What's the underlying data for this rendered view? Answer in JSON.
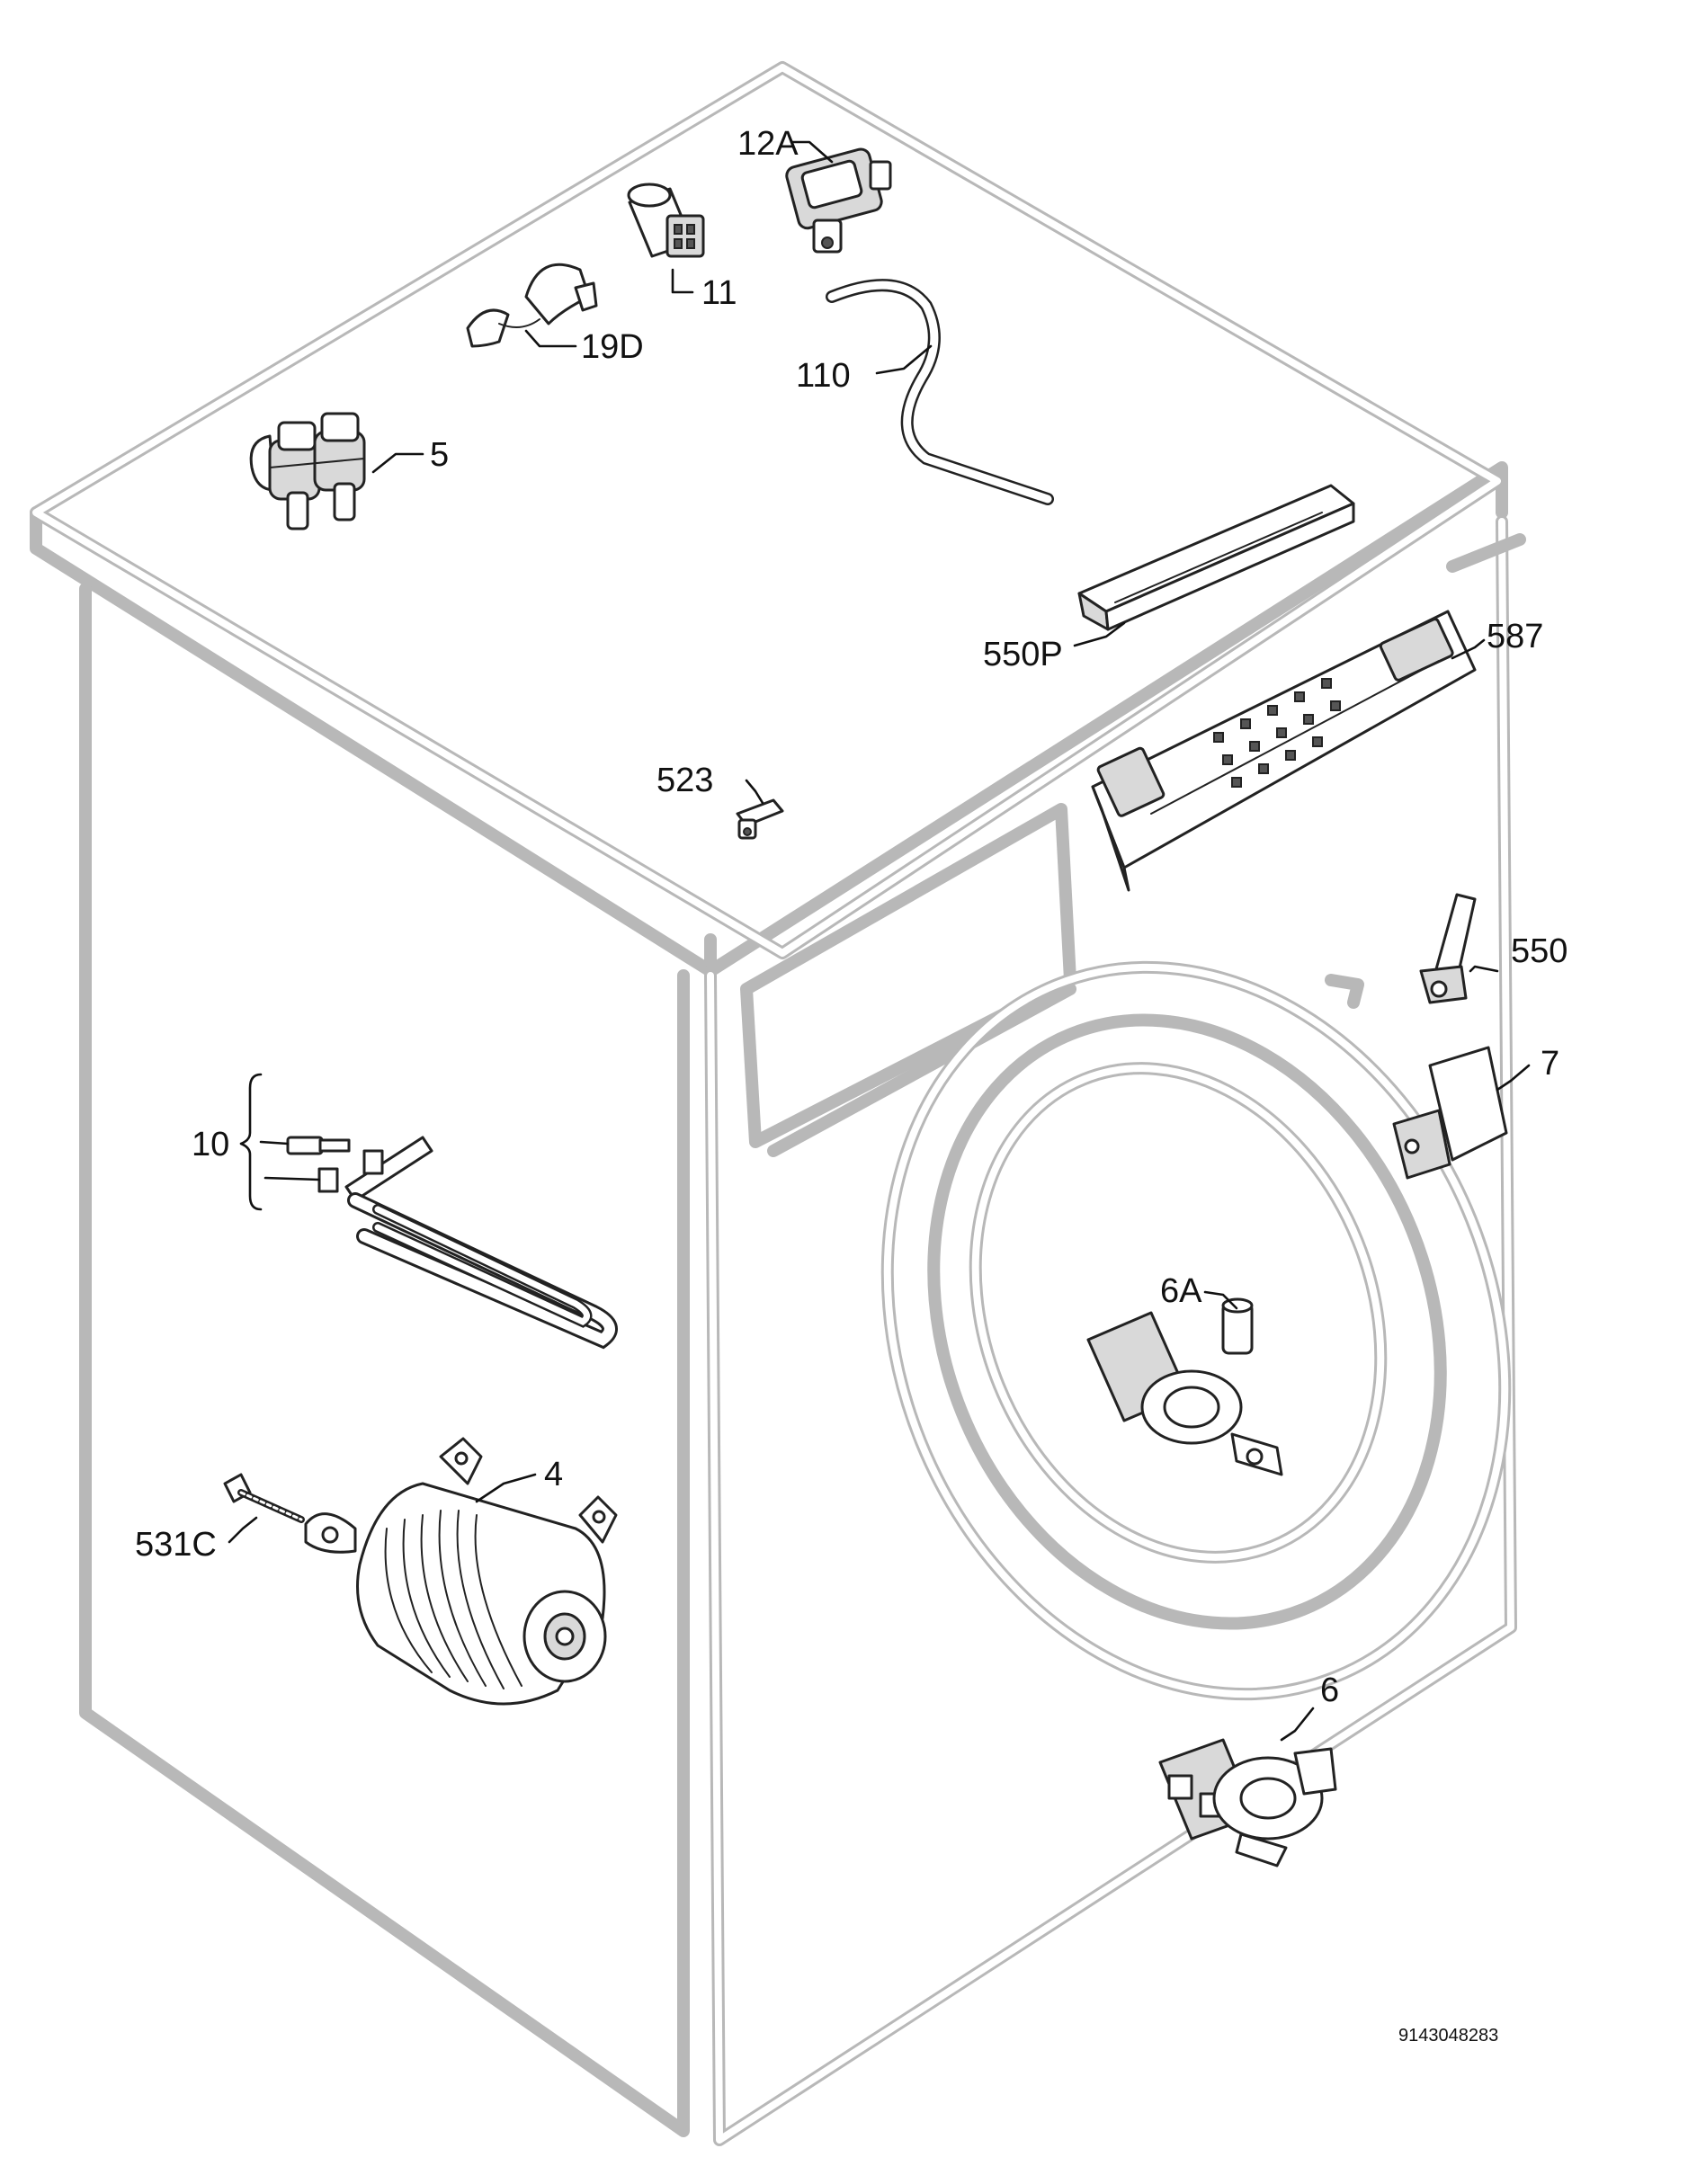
{
  "labels": {
    "p12A": "12A",
    "p11": "11",
    "p19D": "19D",
    "p110": "110",
    "p5": "5",
    "p550P": "550P",
    "p587": "587",
    "p523": "523",
    "p550": "550",
    "p7": "7",
    "p10": "10",
    "p6A": "6A",
    "p4": "4",
    "p531C": "531C",
    "p6": "6"
  },
  "drawing_code": "9143048283"
}
